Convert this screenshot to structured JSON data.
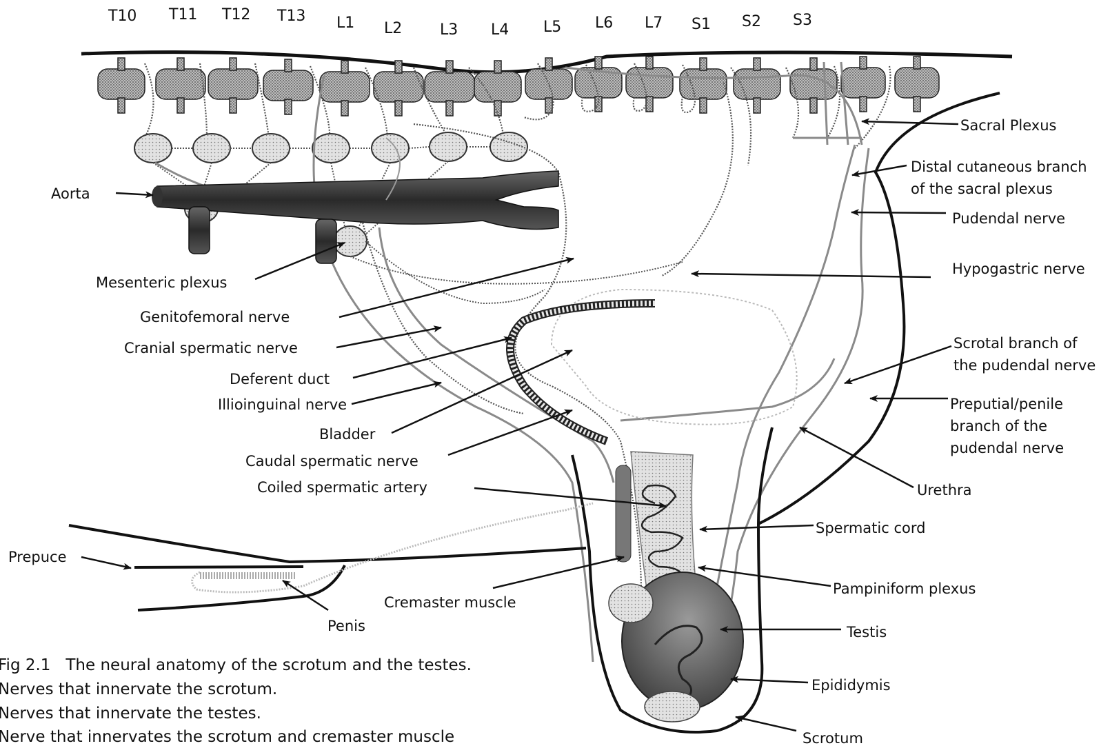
{
  "segments": [
    "T10",
    "T11",
    "T12",
    "T13",
    "L1",
    "L2",
    "L3",
    "L4",
    "L5",
    "L6",
    "L7",
    "S1",
    "S2",
    "S3"
  ],
  "labels_left": {
    "aorta": "Aorta",
    "mesenteric_plexus": "Mesenteric plexus",
    "genitofemoral_nerve": "Genitofemoral nerve",
    "cranial_spermatic_nerve": "Cranial spermatic nerve",
    "deferent_duct": "Deferent duct",
    "illioinguinal_nerve": "Illioinguinal nerve",
    "bladder": "Bladder",
    "caudal_spermatic_nerve": "Caudal spermatic nerve",
    "coiled_spermatic_artery": "Coiled spermatic artery",
    "prepuce": "Prepuce",
    "cremaster_muscle": "Cremaster muscle",
    "penis": "Penis"
  },
  "labels_right": {
    "sacral_plexus": "Sacral Plexus",
    "distal_cutaneous_1": "Distal cutaneous branch",
    "distal_cutaneous_2": "of the sacral plexus",
    "pudendal_nerve": "Pudendal nerve",
    "hypogastric_nerve": "Hypogastric nerve",
    "scrotal_branch_1": "Scrotal branch of",
    "scrotal_branch_2": "the pudendal nerve",
    "preputial_1": "Preputial/penile",
    "preputial_2": "branch of the",
    "preputial_3": "pudendal nerve",
    "urethra": "Urethra",
    "spermatic_cord": "Spermatic cord",
    "pampiniform_plexus": "Pampiniform plexus",
    "testis": "Testis",
    "epididymis": "Epididymis",
    "scrotum": "Scrotum"
  },
  "caption": {
    "fig_label": "Fig 2.1",
    "title": "The neural anatomy of the scrotum and the testes.",
    "line2": "Nerves that innervate the scrotum.",
    "line3": "Nerves that innervate the testes.",
    "line4": "Nerve that innervates the scrotum and cremaster muscle"
  },
  "colors": {
    "line": "#111111",
    "grey_nerve": "#8a8a8a",
    "dotted_nerve": "#555555",
    "vessel": "#3a3a3a"
  }
}
